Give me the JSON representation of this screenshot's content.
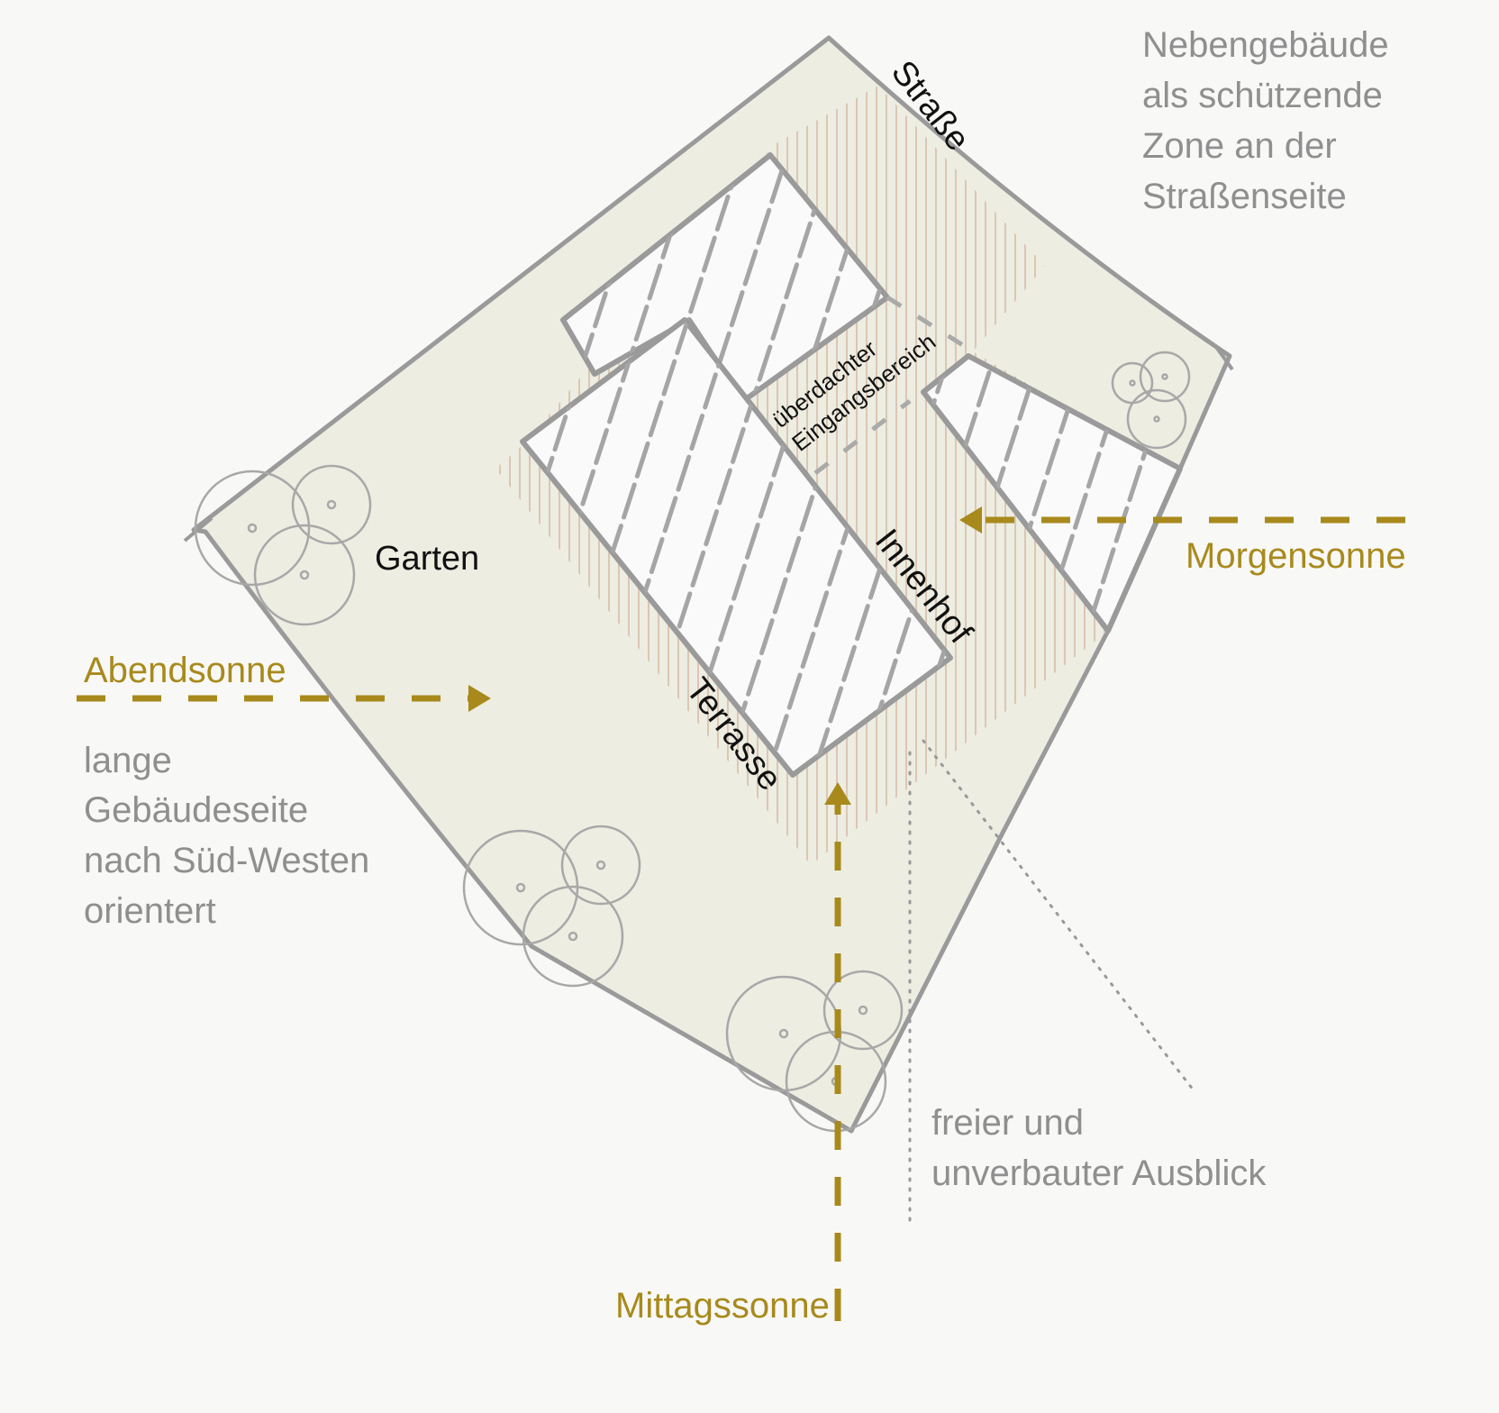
{
  "labels": {
    "road": "Straße",
    "annex_note": [
      "Nebengebäude",
      "als schützende",
      "Zone an der",
      "Straßenseite"
    ],
    "entrance": [
      "überdachter",
      "Eingangsbereich"
    ],
    "garden": "Garten",
    "courtyard": "Innenhof",
    "terrace": "Terrasse",
    "evening_sun": "Abendsonne",
    "morning_sun": "Morgensonne",
    "noon_sun": "Mittagssonne",
    "long_side_note": [
      "lange",
      "Gebäudeseite",
      "nach Süd-Westen",
      "orientert"
    ],
    "view_note": [
      "freier und",
      "unverbauter Ausblick"
    ]
  },
  "colors": {
    "background": "#f8f8f7",
    "site": "#ededE2",
    "sun_arrow": "#a88a1c",
    "pencil": "#9a9a9a",
    "hatch": "#dcc6b4"
  }
}
